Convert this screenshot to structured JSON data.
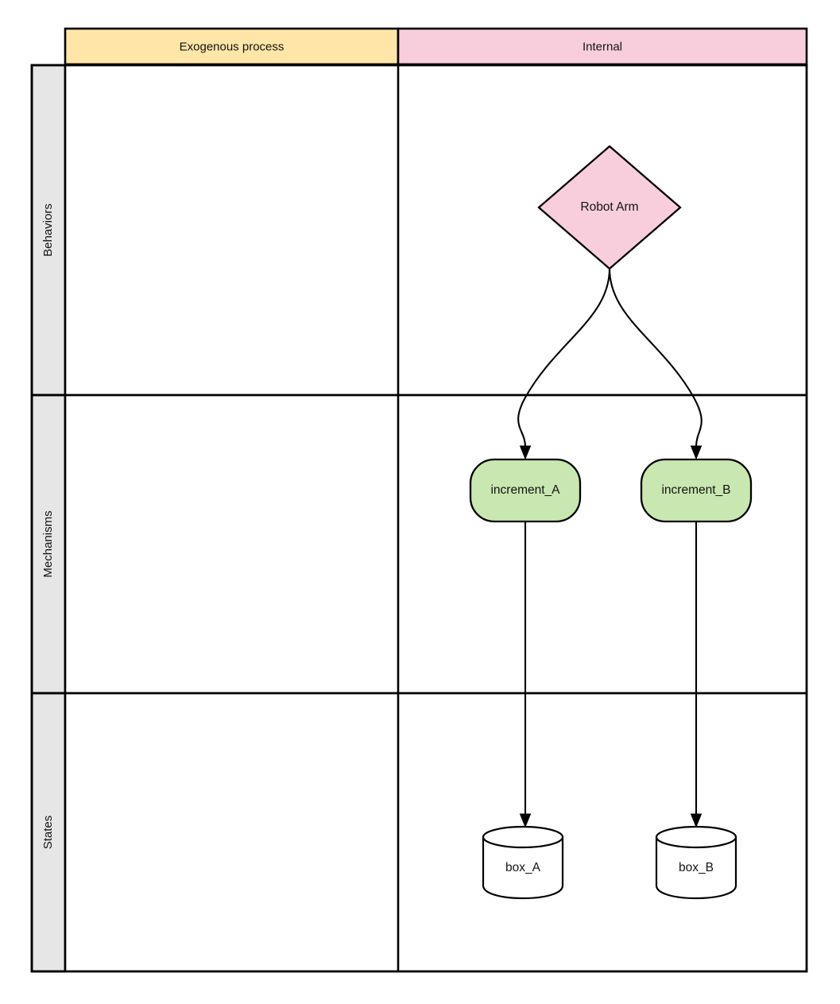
{
  "diagram": {
    "title_bar_colors": {
      "exogenous": "#ffe6a8",
      "internal": "#f8cedc",
      "row_label": "#e6e6e6",
      "mechanism": "#c9e7b0",
      "behavior": "#f8cedc",
      "state": "#ffffff",
      "stroke": "#000000"
    },
    "columns": [
      {
        "id": "exogenous",
        "label": "Exogenous process"
      },
      {
        "id": "internal",
        "label": "Internal"
      }
    ],
    "rows": [
      {
        "id": "behaviors",
        "label": "Behaviors"
      },
      {
        "id": "mechanisms",
        "label": "Mechanisms"
      },
      {
        "id": "states",
        "label": "States"
      }
    ],
    "nodes": [
      {
        "id": "robot_arm",
        "label": "Robot Arm",
        "shape": "diamond",
        "row": "behaviors",
        "column": "internal"
      },
      {
        "id": "increment_a",
        "label": "increment_A",
        "shape": "rounded-rect",
        "row": "mechanisms",
        "column": "internal"
      },
      {
        "id": "increment_b",
        "label": "increment_B",
        "shape": "rounded-rect",
        "row": "mechanisms",
        "column": "internal"
      },
      {
        "id": "box_a",
        "label": "box_A",
        "shape": "cylinder",
        "row": "states",
        "column": "internal"
      },
      {
        "id": "box_b",
        "label": "box_B",
        "shape": "cylinder",
        "row": "states",
        "column": "internal"
      }
    ],
    "edges": [
      {
        "from": "robot_arm",
        "to": "increment_a",
        "style": "curved",
        "arrow": "end"
      },
      {
        "from": "robot_arm",
        "to": "increment_b",
        "style": "curved",
        "arrow": "end"
      },
      {
        "from": "increment_a",
        "to": "box_a",
        "style": "straight",
        "arrow": "end"
      },
      {
        "from": "increment_b",
        "to": "box_b",
        "style": "straight",
        "arrow": "end"
      }
    ]
  }
}
